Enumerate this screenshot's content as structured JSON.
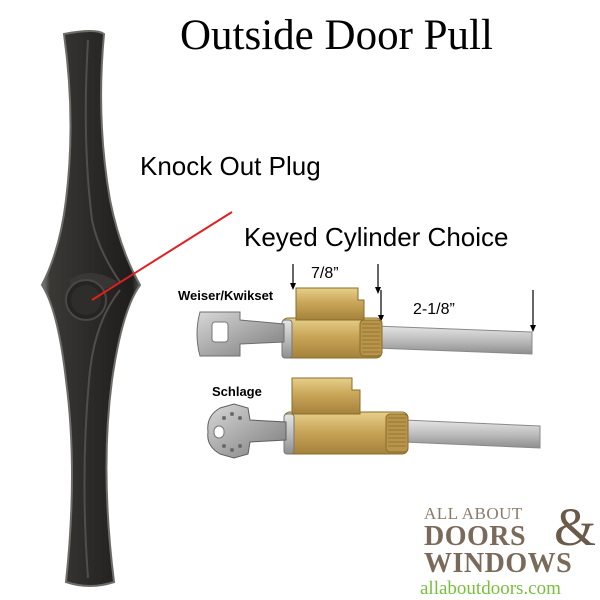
{
  "title": "Outside Door Pull",
  "callouts": {
    "knock_out_plug": "Knock Out Plug",
    "keyed_cylinder_choice": "Keyed Cylinder Choice"
  },
  "cylinders": {
    "weiser_kwikset": "Weiser/Kwikset",
    "schlage": "Schlage"
  },
  "dimensions": {
    "cylinder_length": "7/8”",
    "tailpiece_length": "2-1/8”"
  },
  "logo": {
    "line1": "ALL ABOUT",
    "line2": "DOORS",
    "line3": "WINDOWS",
    "ampersand": "&",
    "url": "allaboutdoors.com"
  },
  "colors": {
    "handle": "#2b2a28",
    "brass": "#c9a659",
    "callout_line": "#e0201e",
    "logo_brown": "#7a6a5a",
    "logo_green": "#78bf3c"
  }
}
